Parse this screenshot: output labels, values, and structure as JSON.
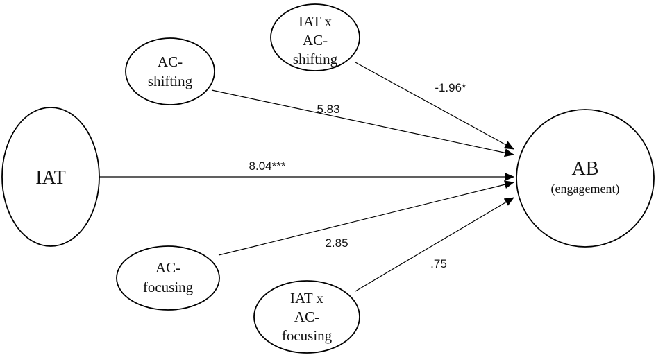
{
  "nodes": {
    "iat": {
      "lines": [
        "IAT"
      ]
    },
    "ac_shifting": {
      "lines": [
        "AC-",
        "shifting"
      ]
    },
    "iat_x_ac_shifting": {
      "lines": [
        "IAT x",
        "AC-",
        "shifting"
      ]
    },
    "ac_focusing": {
      "lines": [
        "AC-",
        "focusing"
      ]
    },
    "iat_x_ac_focusing": {
      "lines": [
        "IAT x",
        "AC-",
        "focusing"
      ]
    },
    "ab": {
      "lines": [
        "AB"
      ],
      "sublabel": "(engagement)"
    }
  },
  "paths": {
    "iat_to_ab": "8.04***",
    "ac_shifting_to_ab": "5.83",
    "iat_x_ac_shifting_to_ab": "-1.96*",
    "ac_focusing_to_ab": "2.85",
    "iat_x_ac_focusing_to_ab": ".75"
  },
  "style": {
    "stroke": "#000000",
    "fill": "#ffffff"
  }
}
